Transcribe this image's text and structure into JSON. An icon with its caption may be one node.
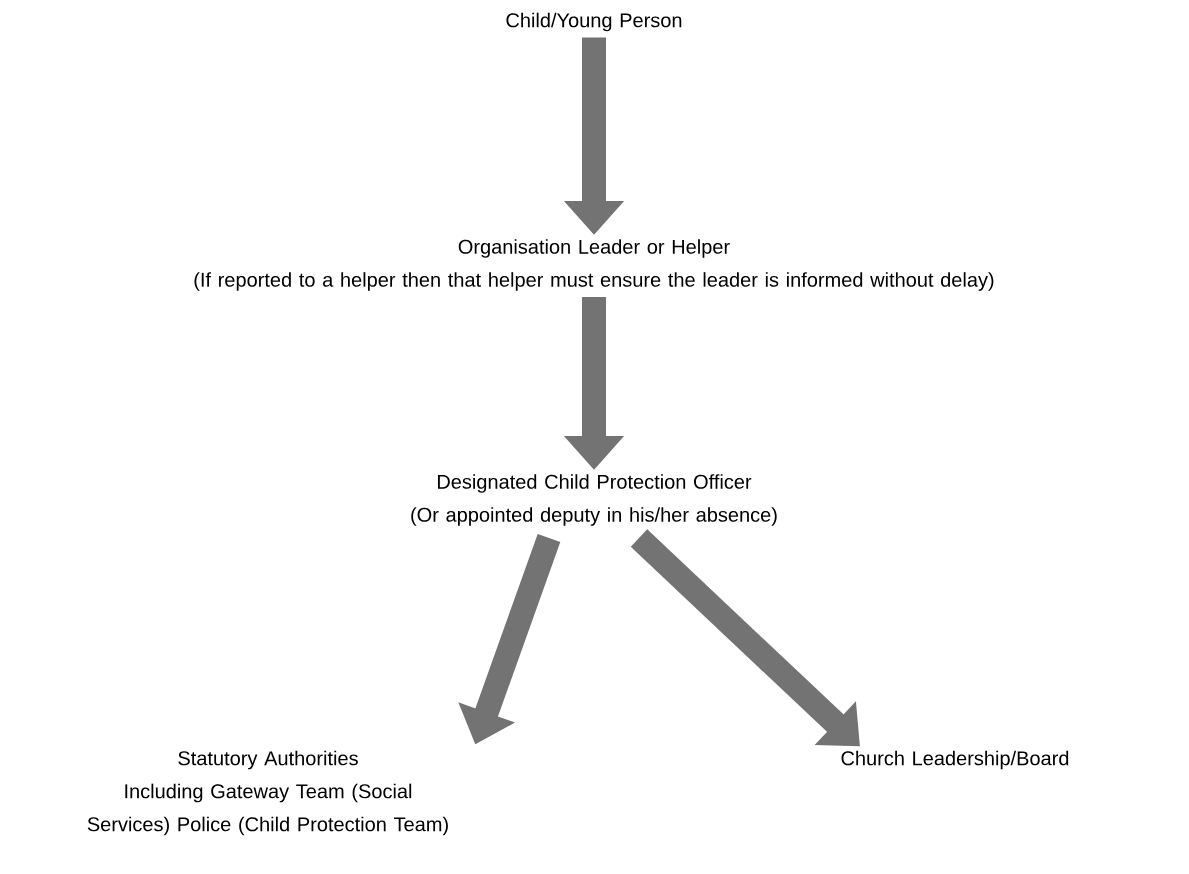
{
  "diagram": {
    "nodes": [
      {
        "text": [
          "Child/Young Person"
        ]
      },
      {
        "text": [
          "Organisation Leader or Helper",
          "(If reported to a helper then that helper must ensure the leader is informed without delay)"
        ]
      },
      {
        "text": [
          "Designated Child Protection Officer",
          "(Or appointed deputy in his/her absence)"
        ]
      },
      {
        "text": [
          "Statutory Authorities",
          "Including Gateway Team (Social Services) Police (Child Protection Team)"
        ]
      },
      {
        "text": [
          "Church Leadership/Board"
        ]
      }
    ],
    "edges": [
      {
        "from": 0,
        "to": 1,
        "arrow": "to"
      },
      {
        "from": 1,
        "to": 2,
        "arrow": "to"
      },
      {
        "from": 2,
        "to": 3,
        "arrow": "to"
      },
      {
        "from": 2,
        "to": 4,
        "arrow": "to"
      }
    ]
  }
}
